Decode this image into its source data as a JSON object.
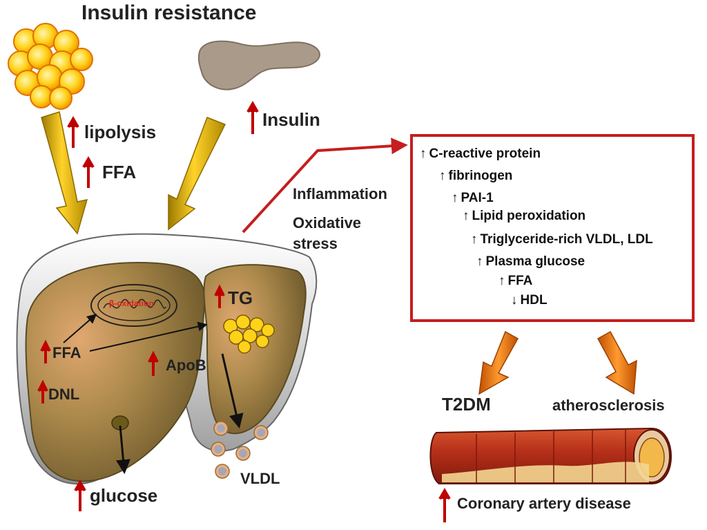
{
  "title": "Insulin resistance",
  "colors": {
    "red": "#c00000",
    "gold": "#e8b400",
    "orange": "#f07a10",
    "liver": "#a8844a",
    "panel_border": "#c41e1e"
  },
  "labels": {
    "lipolysis": "lipolysis",
    "ffa_top": "FFA",
    "insulin": "Insulin",
    "inflammation": "Inflammation",
    "oxidative_stress_1": "Oxidative",
    "oxidative_stress_2": "stress",
    "beta_oxidation": "β-oxidation",
    "tg": "TG",
    "ffa_liver": "FFA",
    "apob": "ApoB",
    "dnl": "DNL",
    "glucose": "glucose",
    "vldl": "VLDL",
    "t2dm": "T2DM",
    "atherosclerosis": "atherosclerosis",
    "cad": "Coronary artery disease"
  },
  "panel": {
    "items": [
      {
        "arrow": "↑",
        "text": "C-reactive protein"
      },
      {
        "arrow": "↑",
        "text": "fibrinogen"
      },
      {
        "arrow": "↑",
        "text": "PAI-1"
      },
      {
        "arrow": "↑",
        "text": "Lipid peroxidation"
      },
      {
        "arrow": "↑",
        "text": "Triglyceride-rich VLDL, LDL"
      },
      {
        "arrow": "↑",
        "text": "Plasma glucose"
      },
      {
        "arrow": "↑",
        "text": "FFA"
      },
      {
        "arrow": "↓",
        "text": "HDL"
      }
    ]
  }
}
